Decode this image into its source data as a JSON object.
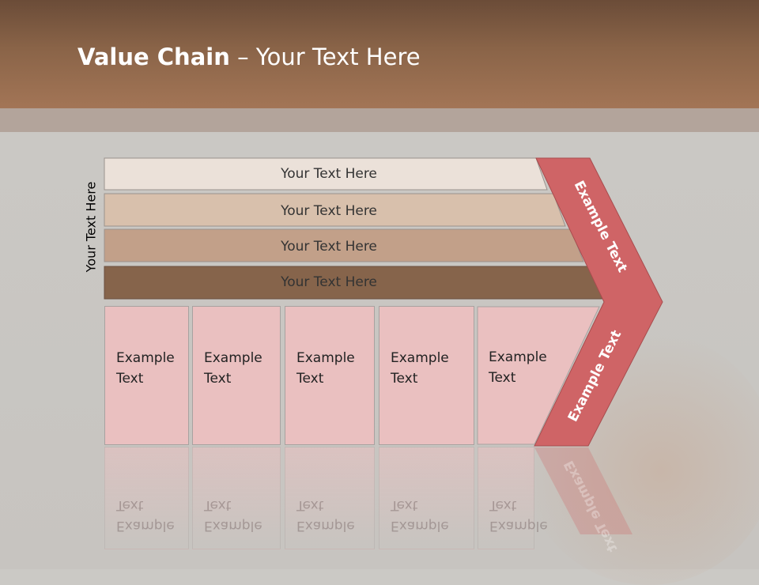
{
  "slide": {
    "title_bold": "Value Chain",
    "title_rest": " – Your Text Here",
    "vertical_label": "Your Text Here"
  },
  "bands": [
    {
      "label": "Your Text Here",
      "color": "#ebe1d9"
    },
    {
      "label": "Your Text Here",
      "color": "#d8c0ac"
    },
    {
      "label": "Your Text Here",
      "color": "#c2a089"
    },
    {
      "label": "Your Text Here",
      "color": "#86644b"
    }
  ],
  "boxes": [
    {
      "label": "Example\nText"
    },
    {
      "label": "Example\nText"
    },
    {
      "label": "Example\nText"
    },
    {
      "label": "Example\nText"
    },
    {
      "label": "Example\nText"
    }
  ],
  "chevron": {
    "top_label": "Example Text",
    "bottom_label": "Example Text",
    "color": "#cf6466"
  }
}
